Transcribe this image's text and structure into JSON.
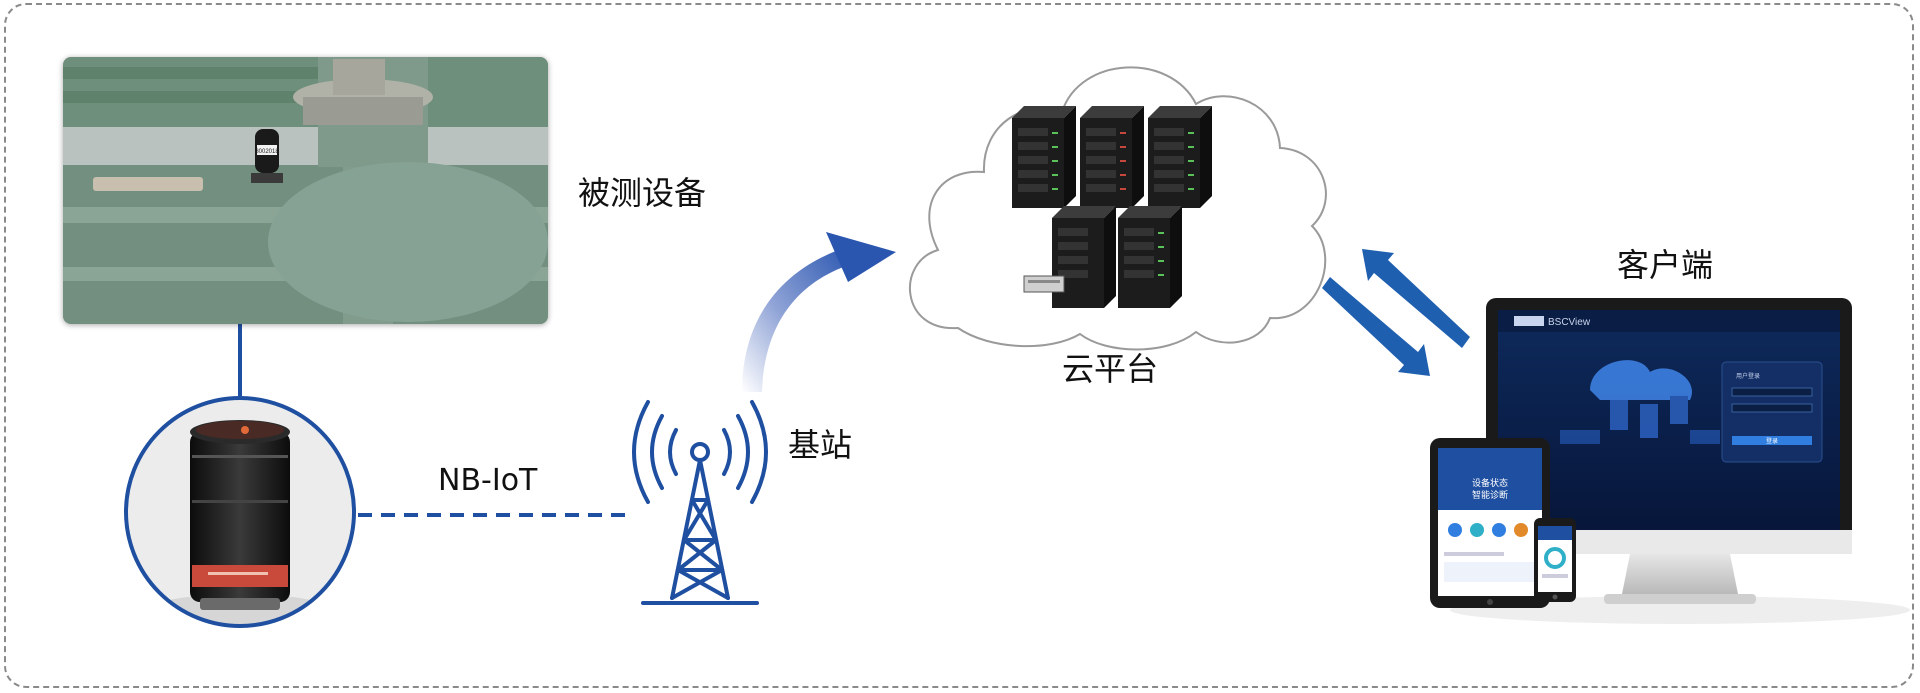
{
  "labels": {
    "device": "被测设备",
    "nb_iot": "NB-IoT",
    "base_station": "基站",
    "cloud": "云平台",
    "client": "客户端"
  },
  "sensor_sticker": "8002018",
  "screen": {
    "brand": "BSCView",
    "login_title": "用户登录",
    "login_button": "登录",
    "tablet_heading_1": "设备状态",
    "tablet_heading_2": "智能诊断"
  },
  "colors": {
    "accent_blue": "#1f4fa0",
    "dark_navy": "#0b1f45",
    "pipe_green": "#6e8f7b"
  }
}
